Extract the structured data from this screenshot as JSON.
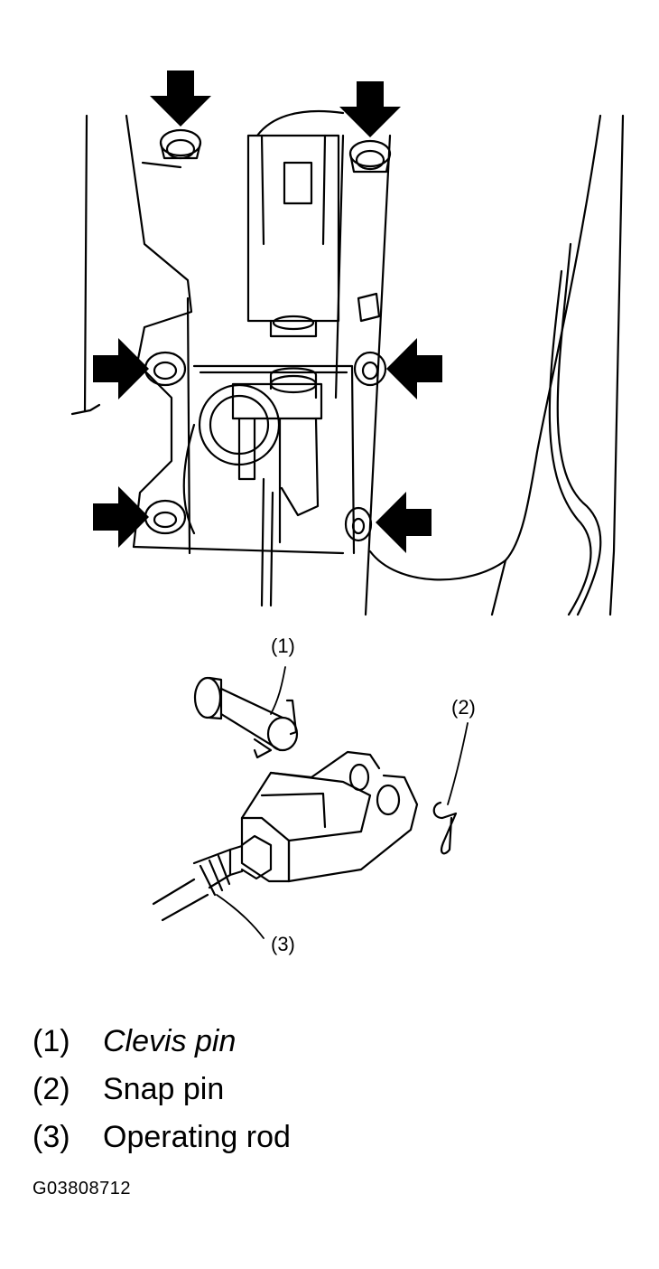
{
  "callouts": [
    {
      "num": "(1)"
    },
    {
      "num": "(2)"
    },
    {
      "num": "(3)"
    }
  ],
  "legend": [
    {
      "num": "(1)",
      "text": "Clevis pin"
    },
    {
      "num": "(2)",
      "text": "Snap pin"
    },
    {
      "num": "(3)",
      "text": "Operating rod"
    }
  ],
  "figure_id": "G03808712",
  "colors": {
    "ink": "#000000",
    "paper": "#ffffff"
  }
}
